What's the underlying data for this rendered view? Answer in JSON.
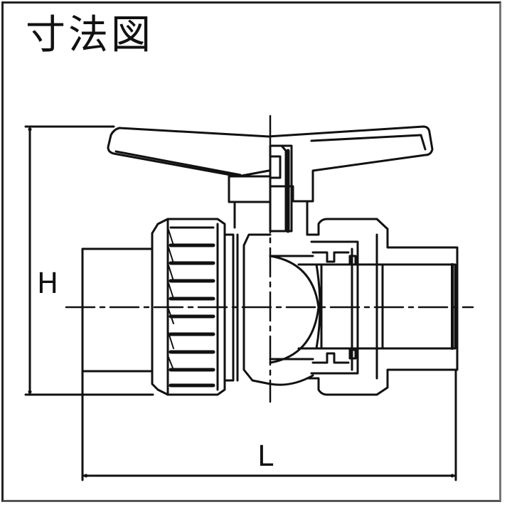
{
  "title": "寸法図",
  "dimensions": {
    "height_label": "H",
    "length_label": "L"
  },
  "diagram": {
    "subject": "Union ball valve (T-handle) dimension drawing",
    "line_color": "#111111",
    "background": "#ffffff"
  }
}
